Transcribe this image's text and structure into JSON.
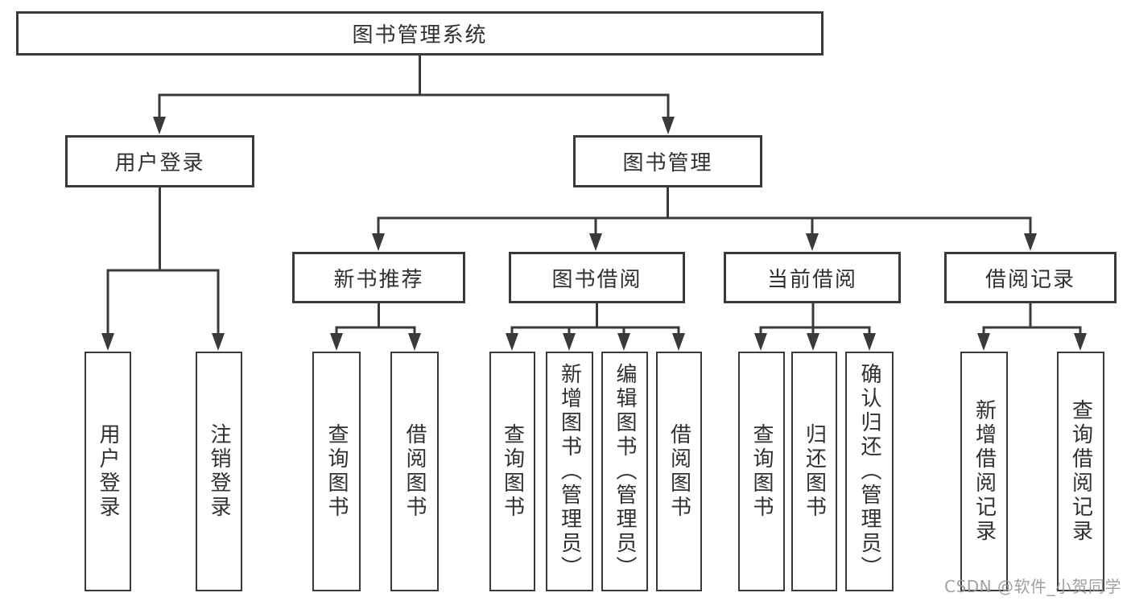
{
  "diagram_type": "hierarchy-tree",
  "colors": {
    "line": "#3a3a3a",
    "box_border": "#3a3a3a",
    "box_fill": "#ffffff",
    "text": "#303030",
    "watermark": "#989898",
    "background": "#ffffff"
  },
  "tree": {
    "root": {
      "label": "图书管理系统"
    },
    "branches": [
      {
        "label": "用户登录",
        "children": [
          {
            "label": "用户登录"
          },
          {
            "label": "注销登录"
          }
        ]
      },
      {
        "label": "图书管理",
        "groups": [
          {
            "label": "新书推荐",
            "children": [
              {
                "label": "查询图书"
              },
              {
                "label": "借阅图书"
              }
            ]
          },
          {
            "label": "图书借阅",
            "children": [
              {
                "label": "查询图书"
              },
              {
                "label": "新增图书（管理员）"
              },
              {
                "label": "编辑图书（管理员）"
              },
              {
                "label": "借阅图书"
              }
            ]
          },
          {
            "label": "当前借阅",
            "children": [
              {
                "label": "查询图书"
              },
              {
                "label": "归还图书"
              },
              {
                "label": "确认归还（管理员）"
              }
            ]
          },
          {
            "label": "借阅记录",
            "children": [
              {
                "label": "新增借阅记录"
              },
              {
                "label": "查询借阅记录"
              }
            ]
          }
        ]
      }
    ]
  },
  "watermark": {
    "text": "CSDN @软件_小贺同学"
  }
}
